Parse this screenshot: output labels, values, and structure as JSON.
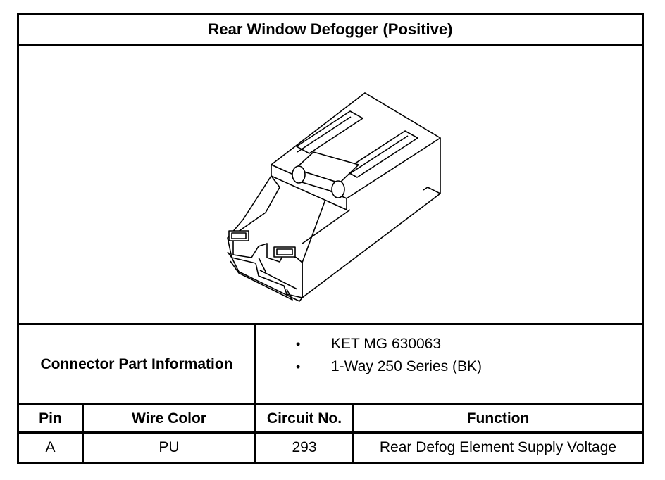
{
  "title": "Rear Window Defogger (Positive)",
  "connector": {
    "label": "Connector Part Information",
    "items": [
      "KET MG 630063",
      "1-Way 250 Series (BK)"
    ],
    "bullet": "•"
  },
  "table": {
    "headers": {
      "pin": "Pin",
      "wire_color": "Wire Color",
      "circuit_no": "Circuit No.",
      "function": "Function"
    },
    "rows": [
      {
        "pin": "A",
        "wire_color": "PU",
        "circuit_no": "293",
        "function": "Rear Defog Element Supply Voltage"
      }
    ]
  }
}
